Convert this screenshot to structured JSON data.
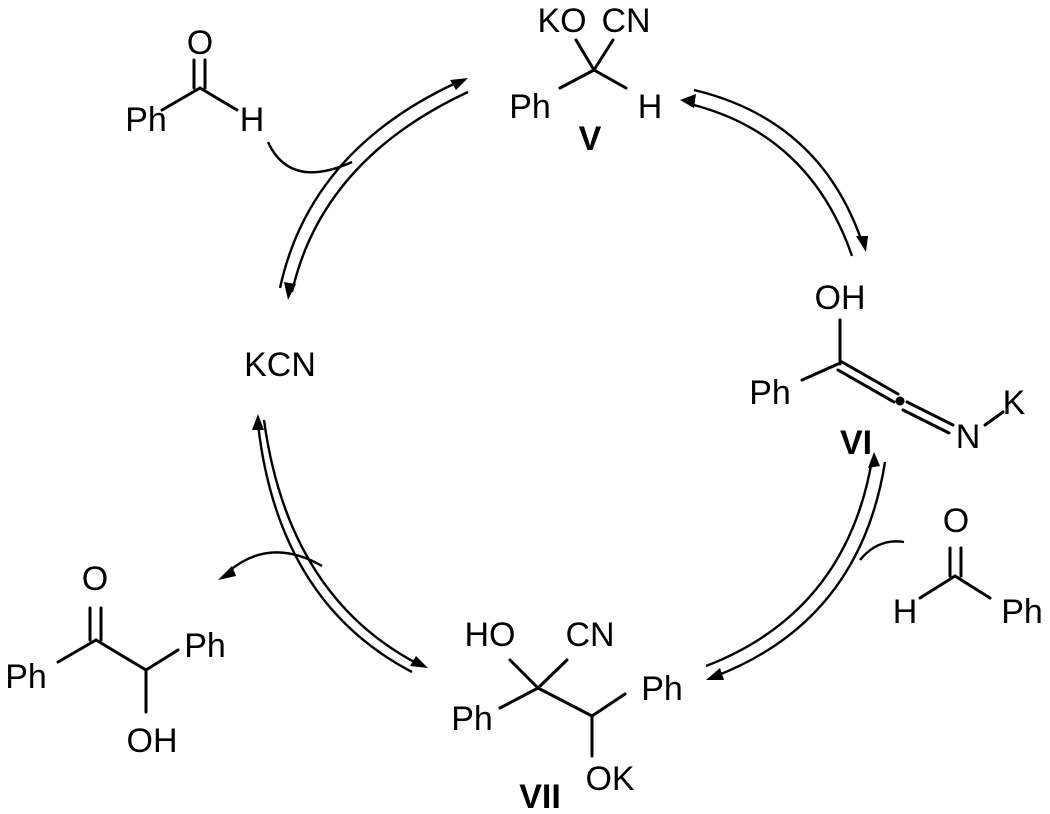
{
  "diagram": {
    "labels": {
      "ph": "Ph",
      "o": "O",
      "h": "H",
      "ko": "KO",
      "cn": "CN",
      "oh": "OH",
      "ho": "HO",
      "ok": "OK",
      "n": "N",
      "k": "K",
      "kcn": "KCN"
    },
    "compound_ids": {
      "v": "V",
      "vi": "VI",
      "vii": "VII"
    }
  }
}
